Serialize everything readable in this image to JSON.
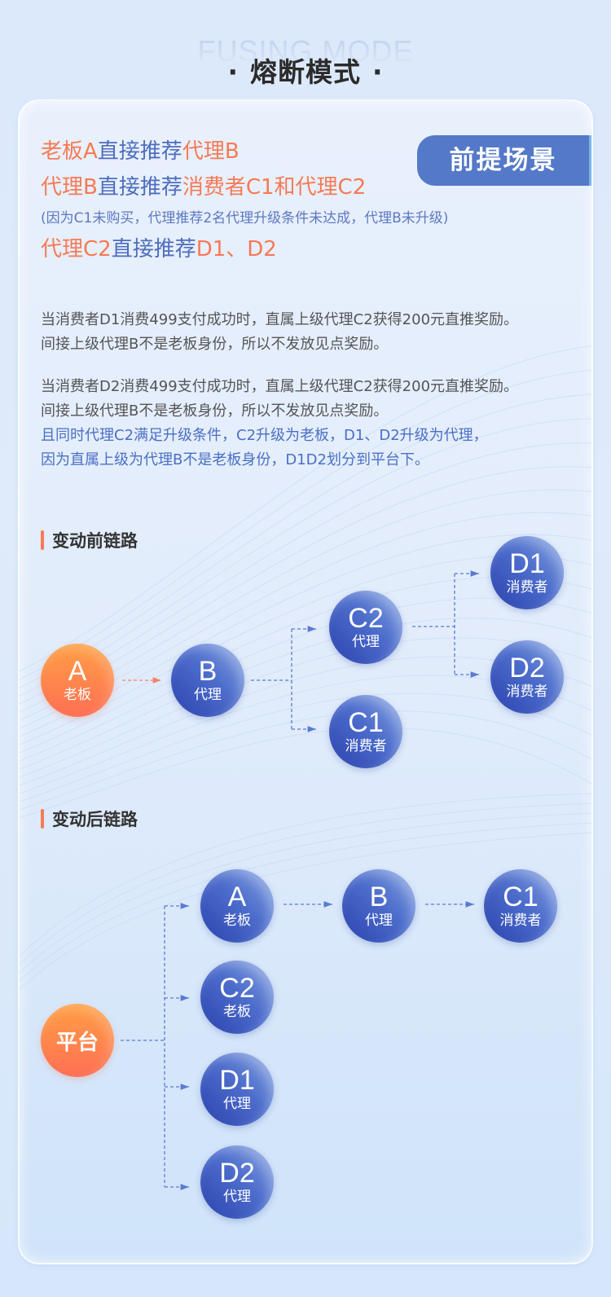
{
  "header": {
    "title_en": "FUSING MODE",
    "title_cn": "熔断模式",
    "dot": "·"
  },
  "tag": {
    "label": "前提场景"
  },
  "premise": {
    "line1": [
      {
        "text": "老板A",
        "color": "orange"
      },
      {
        "text": "直接推荐",
        "color": "blue"
      },
      {
        "text": "代理B",
        "color": "orange"
      }
    ],
    "line2": [
      {
        "text": "代理B",
        "color": "orange"
      },
      {
        "text": "直接推荐",
        "color": "blue"
      },
      {
        "text": "消费者C1和代理C2",
        "color": "orange"
      }
    ],
    "note": "(因为C1未购买，代理推荐2名代理升级条件未达成，代理B未升级)",
    "line3": [
      {
        "text": "代理C2",
        "color": "orange"
      },
      {
        "text": "直接推荐",
        "color": "blue"
      },
      {
        "text": "D1、D2",
        "color": "orange"
      }
    ]
  },
  "description": {
    "para1": [
      "当消费者D1消费499支付成功时，直属上级代理C2获得200元直推奖励。",
      "间接上级代理B不是老板身份，所以不发放见点奖励。"
    ],
    "para2": [
      "当消费者D2消费499支付成功时，直属上级代理C2获得200元直推奖励。",
      "间接上级代理B不是老板身份，所以不发放见点奖励。"
    ],
    "para2_highlight": [
      "且同时代理C2满足升级条件，C2升级为老板，D1、D2升级为代理，",
      "因为直属上级为代理B不是老板身份，D1D2划分到平台下。"
    ]
  },
  "before": {
    "title": "变动前链路",
    "nodes": {
      "A": {
        "id": "A",
        "role": "老板"
      },
      "B": {
        "id": "B",
        "role": "代理"
      },
      "C2": {
        "id": "C2",
        "role": "代理"
      },
      "C1": {
        "id": "C1",
        "role": "消费者"
      },
      "D1": {
        "id": "D1",
        "role": "消费者"
      },
      "D2": {
        "id": "D2",
        "role": "消费者"
      }
    }
  },
  "after": {
    "title": "变动后链路",
    "nodes": {
      "platform": {
        "label": "平台"
      },
      "A": {
        "id": "A",
        "role": "老板"
      },
      "B": {
        "id": "B",
        "role": "代理"
      },
      "C1": {
        "id": "C1",
        "role": "消费者"
      },
      "C2": {
        "id": "C2",
        "role": "老板"
      },
      "D1": {
        "id": "D1",
        "role": "代理"
      },
      "D2": {
        "id": "D2",
        "role": "代理"
      }
    }
  },
  "colors": {
    "orange": "#f77a55",
    "blue": "#4e6dbd",
    "tag_bg": "#5479c8",
    "connector": "#5a7bd0",
    "connector_orange": "#f5836a"
  }
}
